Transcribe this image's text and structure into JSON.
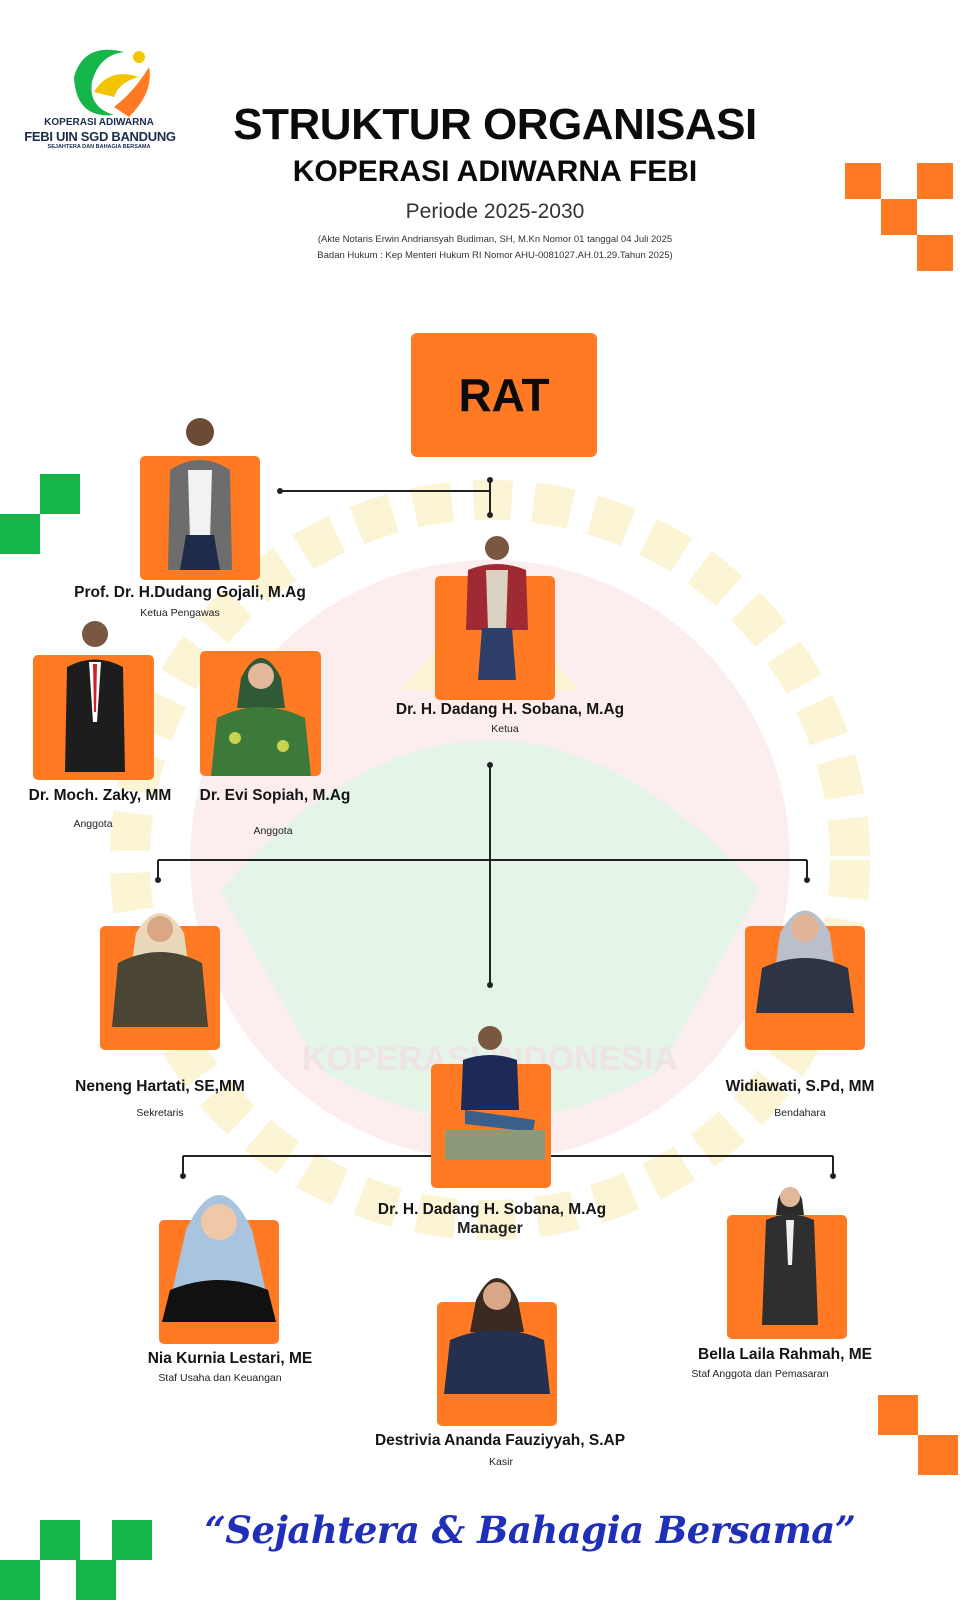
{
  "colors": {
    "accent_orange": "#ff7a22",
    "accent_green": "#16b54a",
    "motto_blue": "#1f2fb8"
  },
  "logo": {
    "line1": "KOPERASI ADIWARNA",
    "line2": "FEBI UIN SGD BANDUNG",
    "line3": "SEJAHTERA DAN BAHAGIA BERSAMA"
  },
  "header": {
    "title": "STRUKTUR ORGANISASI",
    "subtitle": "KOPERASI ADIWARNA FEBI",
    "period": "Periode 2025-2030",
    "legal_line1": "(Akte Notaris  Erwin Andriansyah Budiman, SH, M.Kn Nomor 01 tanggal 04 Juli 2025",
    "legal_line2": "Badan Hukum : Kep Menteri Hukum RI Nomor AHU-0081027.AH.01.29.Tahun 2025)"
  },
  "rat": {
    "label": "RAT"
  },
  "people": {
    "ketua_pengawas": {
      "name": "Prof. Dr. H.Dudang Gojali, M.Ag",
      "role": "Ketua Pengawas"
    },
    "anggota_1": {
      "name": "Dr. Moch. Zaky, MM",
      "role": "Anggota"
    },
    "anggota_2": {
      "name": "Dr. Evi Sopiah, M.Ag",
      "role": "Anggota"
    },
    "ketua": {
      "name": "Dr. H. Dadang H. Sobana, M.Ag",
      "role": "Ketua"
    },
    "sekretaris": {
      "name": "Neneng Hartati, SE,MM",
      "role": "Sekretaris"
    },
    "bendahara": {
      "name": "Widiawati, S.Pd, MM",
      "role": "Bendahara"
    },
    "manager": {
      "name": "Dr. H. Dadang H. Sobana, M.Ag",
      "role": "Manager"
    },
    "staf_usaha": {
      "name": "Nia Kurnia Lestari, ME",
      "role": "Staf Usaha dan Keuangan"
    },
    "staf_anggota": {
      "name": "Bella Laila  Rahmah, ME",
      "role": "Staf Anggota dan Pemasaran"
    },
    "kasir": {
      "name": "Destrivia Ananda Fauziyyah, S.AP",
      "role": "Kasir"
    }
  },
  "watermark": {
    "text": "KOPERASI INDONESIA"
  },
  "motto": "“Sejahtera & Bahagia Bersama”"
}
